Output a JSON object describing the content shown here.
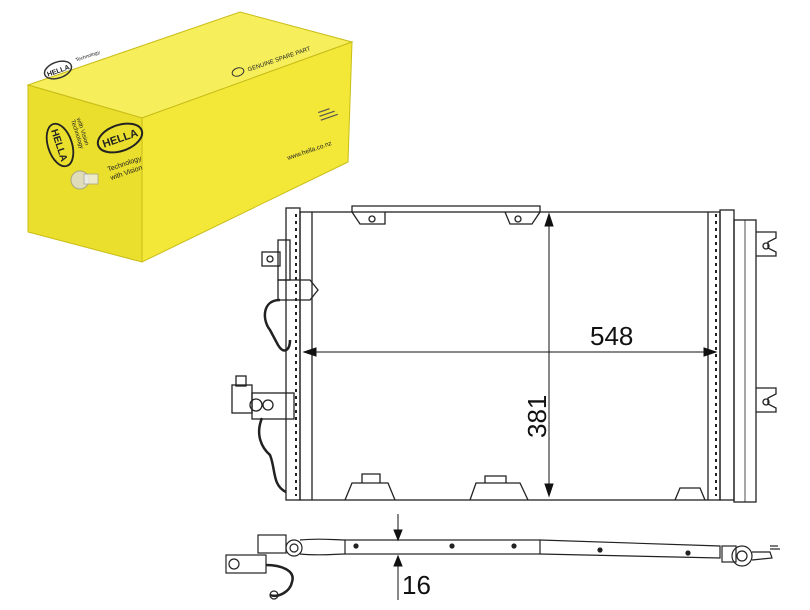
{
  "box": {
    "brand": "HELLA",
    "tagline_1": "Technology",
    "tagline_2": "with Vision",
    "genuine_label": "GENUINE SPARE PART",
    "website": "www.hella.co.nz",
    "side_brand": "HELLA",
    "side_tag_1": "Technology",
    "side_tag_2": "with Vision",
    "box_color": "#f2e632",
    "box_shadow_color": "#d9cc1a"
  },
  "dimensions": {
    "width": "548",
    "height": "381",
    "depth": "16"
  }
}
